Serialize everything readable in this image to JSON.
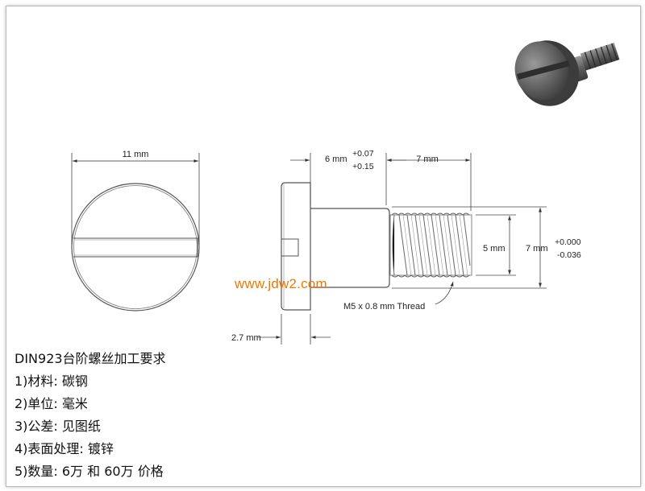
{
  "drawing": {
    "head_diameter_label": "11 mm",
    "head_thickness_label": "2.7 mm",
    "shoulder_length_label": "6 mm",
    "shoulder_tol_upper": "+0.07",
    "shoulder_tol_lower": "+0.15",
    "thread_length_label": "7 mm",
    "thread_diameter_label": "5 mm",
    "shoulder_diameter_label": "7 mm",
    "shoulder_dia_tol_upper": "+0.000",
    "shoulder_dia_tol_lower": "-0.036",
    "thread_callout": "M5 x 0.8 mm Thread"
  },
  "watermark": "www.jdw2.com",
  "spec": {
    "title": "DIN923台阶螺丝加工要求",
    "lines": [
      "1)材料: 碳钢",
      "2)单位: 毫米",
      "3)公差: 见图纸",
      "4)表面处理: 镀锌",
      "5)数量: 6万 和 60万 价格"
    ]
  }
}
